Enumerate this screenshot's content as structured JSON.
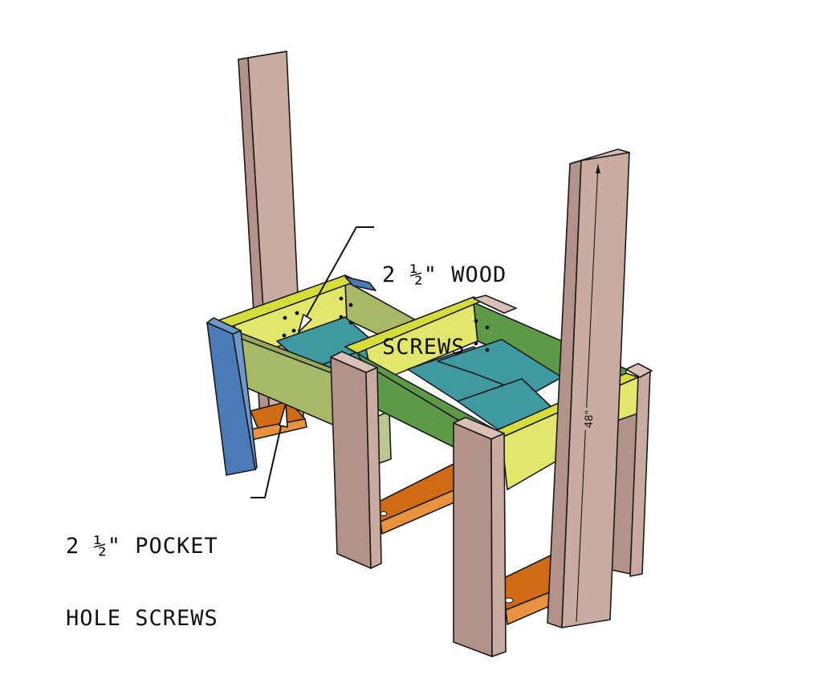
{
  "diagram": {
    "type": "woodworking assembly diagram",
    "subject": "bench frame with two seat boxes, legs, stretchers and back posts",
    "callouts": [
      {
        "id": "wood-screws",
        "line1": "2 ½\" WOOD",
        "line2": "SCREWS"
      },
      {
        "id": "pocket-hole-screws",
        "line1": "2 ½\" POCKET",
        "line2": "HOLE SCREWS"
      }
    ],
    "dimension": {
      "label": "48\"",
      "applies_to": "back post length"
    },
    "colors": {
      "post_face": "#c9aba0",
      "post_side": "#b3928a",
      "post_top": "#d8c0b6",
      "blue_leg": "#4a7ab8",
      "blue_leg_side": "#6d98cc",
      "olive_box": "#a7b866",
      "olive_box_dark": "#98aa58",
      "green_box": "#5c9a48",
      "yellow_rail": "#d6dc3a",
      "yellow_inner": "#e2e66a",
      "teal_slat": "#3e9aa0",
      "orange_stretcher": "#d06a14",
      "orange_stretcher_light": "#e8913e"
    }
  }
}
